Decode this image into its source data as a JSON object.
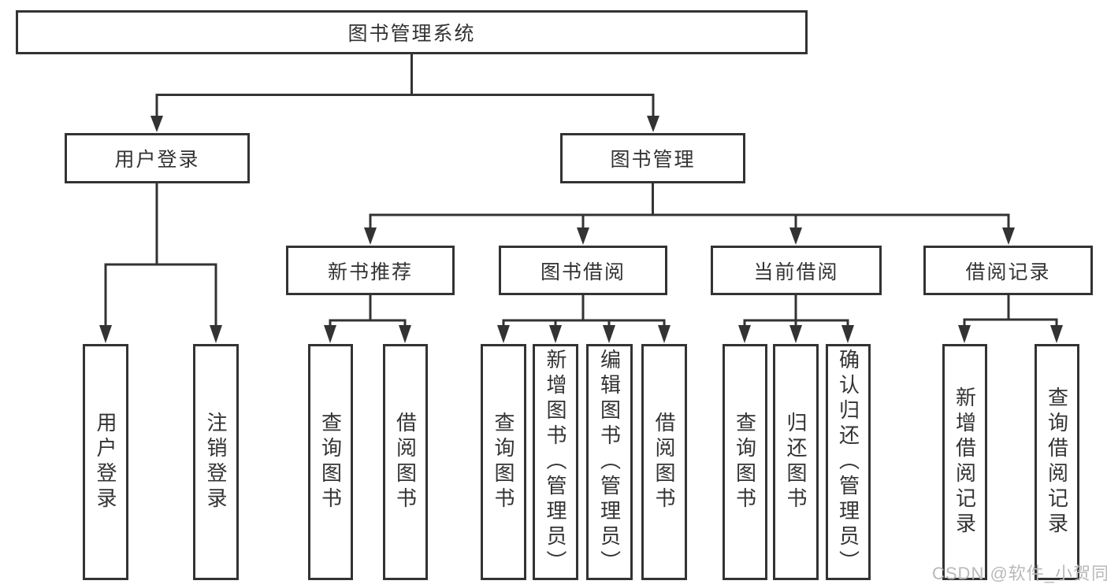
{
  "colors": {
    "line": "#333333",
    "box_border": "#333333",
    "text": "#333333",
    "watermark": "#b9b9b9",
    "background": "#ffffff"
  },
  "tree": {
    "label": "图书管理系统",
    "children": [
      {
        "label": "用户登录",
        "children": [
          {
            "label": "用户登录"
          },
          {
            "label": "注销登录"
          }
        ]
      },
      {
        "label": "图书管理",
        "children": [
          {
            "label": "新书推荐",
            "children": [
              {
                "label": "查询图书"
              },
              {
                "label": "借阅图书"
              }
            ]
          },
          {
            "label": "图书借阅",
            "children": [
              {
                "label": "查询图书"
              },
              {
                "label": "新增图书（管理员）"
              },
              {
                "label": "编辑图书（管理员）"
              },
              {
                "label": "借阅图书"
              }
            ]
          },
          {
            "label": "当前借阅",
            "children": [
              {
                "label": "查询图书"
              },
              {
                "label": "归还图书"
              },
              {
                "label": "确认归还（管理员）"
              }
            ]
          },
          {
            "label": "借阅记录",
            "children": [
              {
                "label": "新增借阅记录"
              },
              {
                "label": "查询借阅记录"
              }
            ]
          }
        ]
      }
    ]
  },
  "watermark": {
    "text": "CSDN @软件_小贺同学"
  }
}
